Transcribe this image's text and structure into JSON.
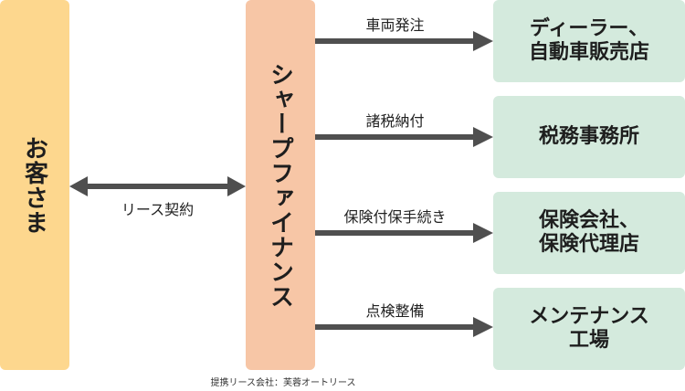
{
  "customer": {
    "label": "お客さま"
  },
  "lease_company": {
    "label": "シャープファイナンス"
  },
  "lease_contract": {
    "label": "リース契約"
  },
  "flows": [
    {
      "label": "車両発注",
      "destination": "ディーラー、\n自動車販売店"
    },
    {
      "label": "諸税納付",
      "destination": "税務事務所"
    },
    {
      "label": "保険付保手続き",
      "destination": "保険会社、\n保険代理店"
    },
    {
      "label": "点検整備",
      "destination": "メンテナンス\n工場"
    }
  ],
  "footnote": "提携リース会社：芙蓉オートリース",
  "colors": {
    "customer_box": "#fdd78e",
    "lease_company_box": "#f7c6a6",
    "destination_box": "#d4eadd",
    "arrow": "#4f4f4f"
  }
}
